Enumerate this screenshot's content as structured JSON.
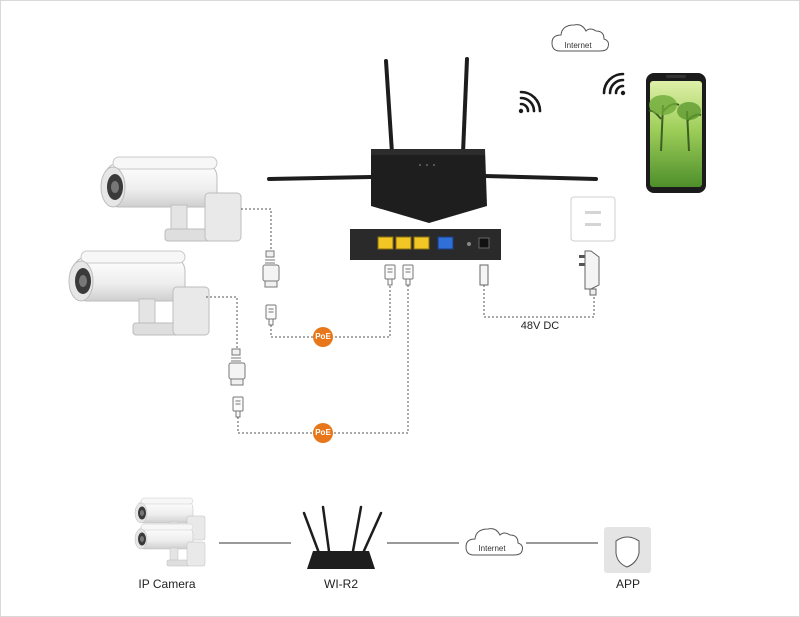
{
  "top": {
    "cloud_label": "Internet",
    "poe_label_1": "PoE",
    "poe_label_2": "PoE",
    "dc_label": "48V DC"
  },
  "bottom": {
    "camera_label": "IP Camera",
    "router_label": "WI-R2",
    "cloud_label": "Internet",
    "app_label": "APP"
  },
  "colors": {
    "poe_badge": "#e8771b",
    "router_body": "#1e1e1e",
    "lan_port": "#f2c624",
    "wan_port": "#2f6fd6",
    "cable": "#555555"
  },
  "icons": [
    "cloud-icon",
    "wifi-icon",
    "smartphone-icon",
    "router-icon",
    "ip-camera-icon",
    "rj45-connector-icon",
    "bnc-connector-icon",
    "power-adapter-icon",
    "wall-socket-icon",
    "app-shield-icon"
  ]
}
